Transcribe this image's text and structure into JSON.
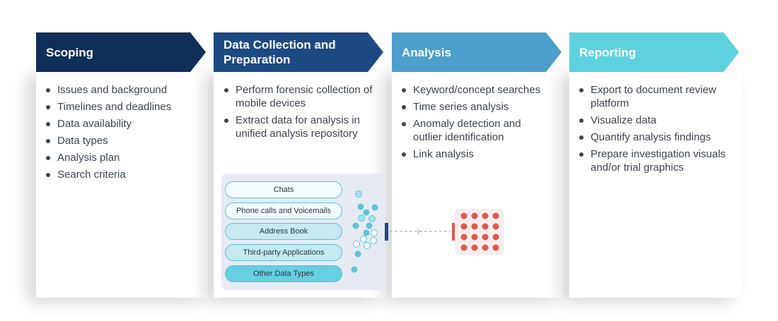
{
  "stages": [
    {
      "title": "Scoping",
      "color": "#0f2e58",
      "bullets": [
        "Issues and background",
        "Timelines and deadlines",
        "Data availability",
        "Data types",
        "Analysis plan",
        "Search criteria"
      ]
    },
    {
      "title": "Data Collection and Preparation",
      "color": "#1d4a82",
      "bullets": [
        "Perform forensic collection of mobile devices",
        "Extract data for analysis in unified analysis repository"
      ]
    },
    {
      "title": "Analysis",
      "color": "#4c9fcb",
      "bullets": [
        "Keyword/concept searches",
        "Time series analysis",
        "Anomaly detection and outlier identification",
        "Link analysis"
      ]
    },
    {
      "title": "Reporting",
      "color": "#5ed1df",
      "bullets": [
        "Export to document review platform",
        "Visualize data",
        "Quantify analysis findings",
        "Prepare investigation visuals and/or trial graphics"
      ]
    }
  ],
  "data_sources": [
    "Chats",
    "Phone calls and Voicemails",
    "Address Book",
    "Third-party Applications",
    "Other Data Types"
  ],
  "colors": {
    "pill_fill_light": "#f2fbfd",
    "pill_fill_mid": "#c5ebf1",
    "pill_fill_dark": "#66cfe0",
    "dot_teal": "#5cc4d6",
    "dot_red": "#e2574c",
    "connector": "#9aa3ad"
  }
}
